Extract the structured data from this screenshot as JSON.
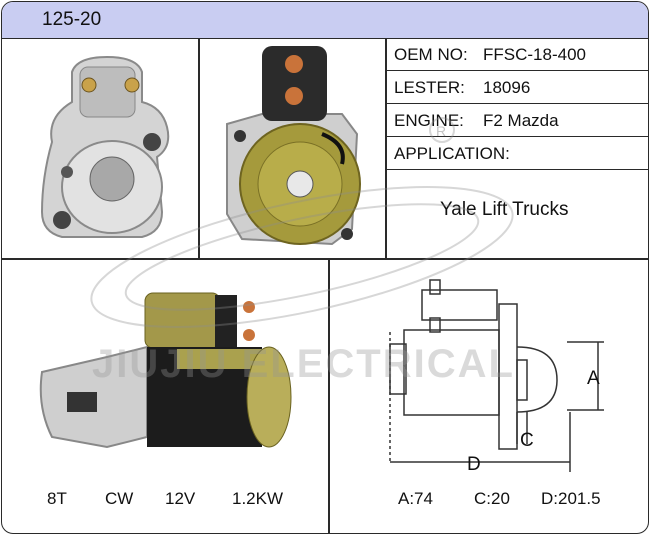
{
  "header": {
    "title": "125-20"
  },
  "specs": {
    "oem_label": "OEM NO:",
    "oem_value": "FFSC-18-400",
    "lester_label": "LESTER:",
    "lester_value": "18096",
    "engine_label": "ENGINE:",
    "engine_value": "F2 Mazda",
    "application_label": "APPLICATION:",
    "application_value": "Yale Lift Trucks"
  },
  "footer_left": {
    "teeth": "8T",
    "rotation": "CW",
    "voltage": "12V",
    "power": "1.2KW"
  },
  "footer_right": {
    "a": "A:74",
    "c": "C:20",
    "d": "D:201.5"
  },
  "diagram": {
    "label_a": "A",
    "label_c": "C",
    "label_d": "D"
  },
  "watermark": {
    "text": "JIUJIU ELECTRICAL",
    "mark": "R"
  },
  "colors": {
    "header_bg": "#c9cdf2",
    "border": "#2a2a2a",
    "copper": "#b07a2a",
    "aluminum": "#c8c8c8"
  }
}
